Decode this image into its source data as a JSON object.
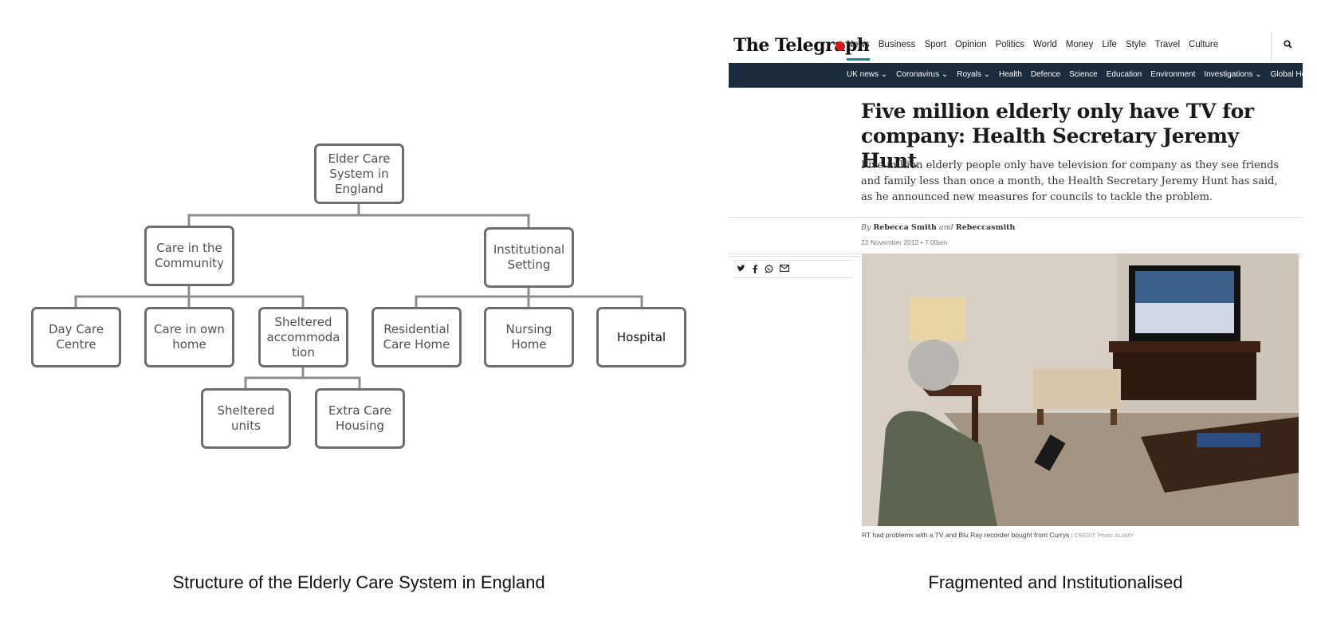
{
  "diagram": {
    "nodes": {
      "root": "Elder Care System in England",
      "community": "Care in the Community",
      "institutional": "Institutional Setting",
      "day_care": "Day Care Centre",
      "own_home": "Care in own home",
      "sheltered": "Sheltered accommoda tion",
      "residential": "Residential Care Home",
      "nursing": "Nursing Home",
      "hospital": "Hospital",
      "sheltered_units": "Sheltered units",
      "extra_care": "Extra Care Housing"
    },
    "caption": "Structure of the Elderly Care System in England",
    "colors": {
      "border": "#6e6e6e",
      "connector": "#8c8c8c"
    }
  },
  "article": {
    "logo": "The Telegraph",
    "nav_main": [
      "News",
      "Business",
      "Sport",
      "Opinion",
      "Politics",
      "World",
      "Money",
      "Life",
      "Style",
      "Travel",
      "Culture"
    ],
    "nav_sub": [
      "UK news ⌄",
      "Coronavirus ⌄",
      "Royals ⌄",
      "Health",
      "Defence",
      "Science",
      "Education",
      "Environment",
      "Investigations ⌄",
      "Global Health Sec"
    ],
    "headline": "Five million elderly only have TV for company: Health Secretary Jeremy Hunt",
    "standfirst": "Five million elderly people only have television for company as they see friends and family less than once a month, the Health Secretary Jeremy Hunt has said, as he announced new measures for councils to tackle the problem.",
    "byline_by": "By",
    "author_1": "Rebecca Smith",
    "byline_and": "and",
    "author_2": "Rebeccasmith",
    "date": "22 November 2012 • 7:00am",
    "photo_caption": "RT had problems with a TV and Blu Ray recorder bought from Currys",
    "photo_credit": "| CREDIT: Photo: ALAMY",
    "colors": {
      "subbar": "#1a2c3d",
      "accent": "#1b8a8f",
      "poppy": "#d11a1a"
    }
  },
  "right_caption": "Fragmented and Institutionalised"
}
